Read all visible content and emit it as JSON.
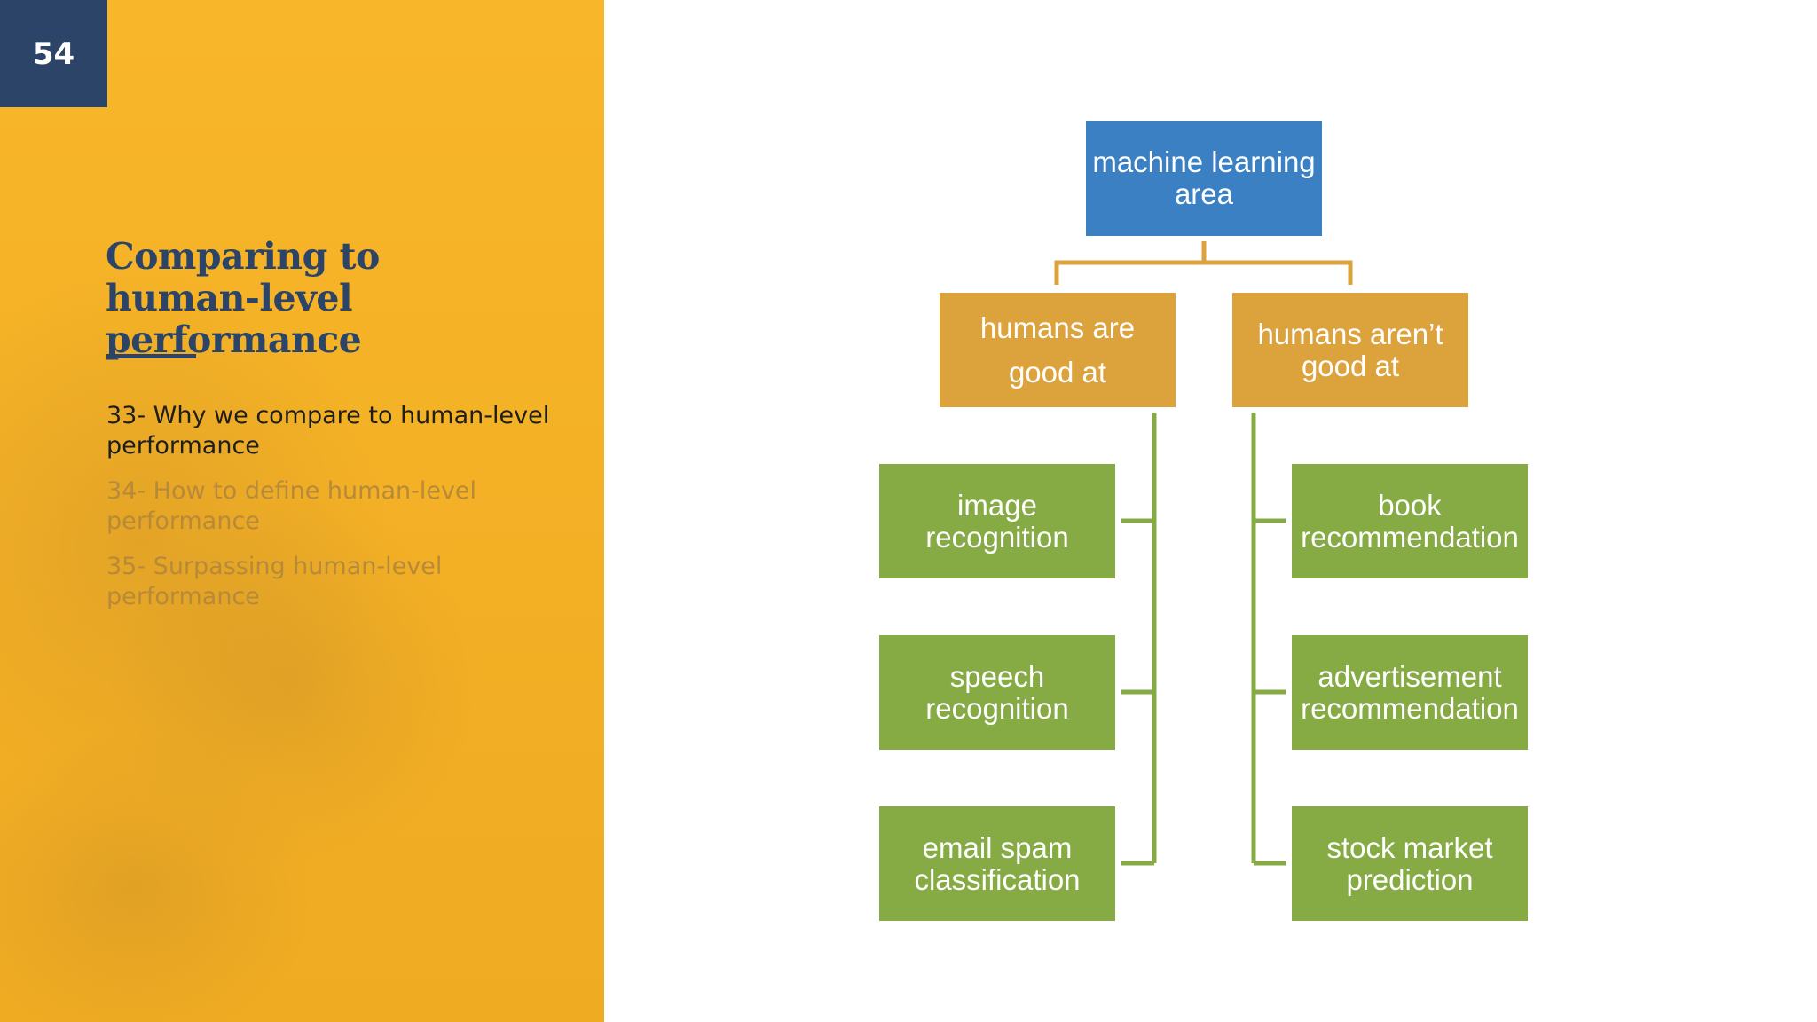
{
  "page_number": "54",
  "slide": {
    "title_line1": "Comparing to",
    "title_line2": "human-level performance"
  },
  "toc": [
    {
      "label": "33- Why we compare to human-level performance",
      "state": "active"
    },
    {
      "label": "34- How to define human-level performance",
      "state": "inactive"
    },
    {
      "label": "35- Surpassing human-level performance",
      "state": "inactive"
    }
  ],
  "diagram": {
    "root": "machine learning\narea",
    "left_branch": {
      "label": "humans are\ngood at",
      "items": [
        "image\nrecognition",
        "speech\nrecognition",
        "email spam\nclassification"
      ]
    },
    "right_branch": {
      "label": "humans aren’t\ngood at",
      "items": [
        "book\nrecommendation",
        "advertisement\nrecommendation",
        "stock market\nprediction"
      ]
    }
  },
  "colors": {
    "root": "#3a80c2",
    "branch": "#dca23c",
    "leaf": "#86ab44",
    "panel": "#f5b228",
    "navy": "#2b4468"
  }
}
